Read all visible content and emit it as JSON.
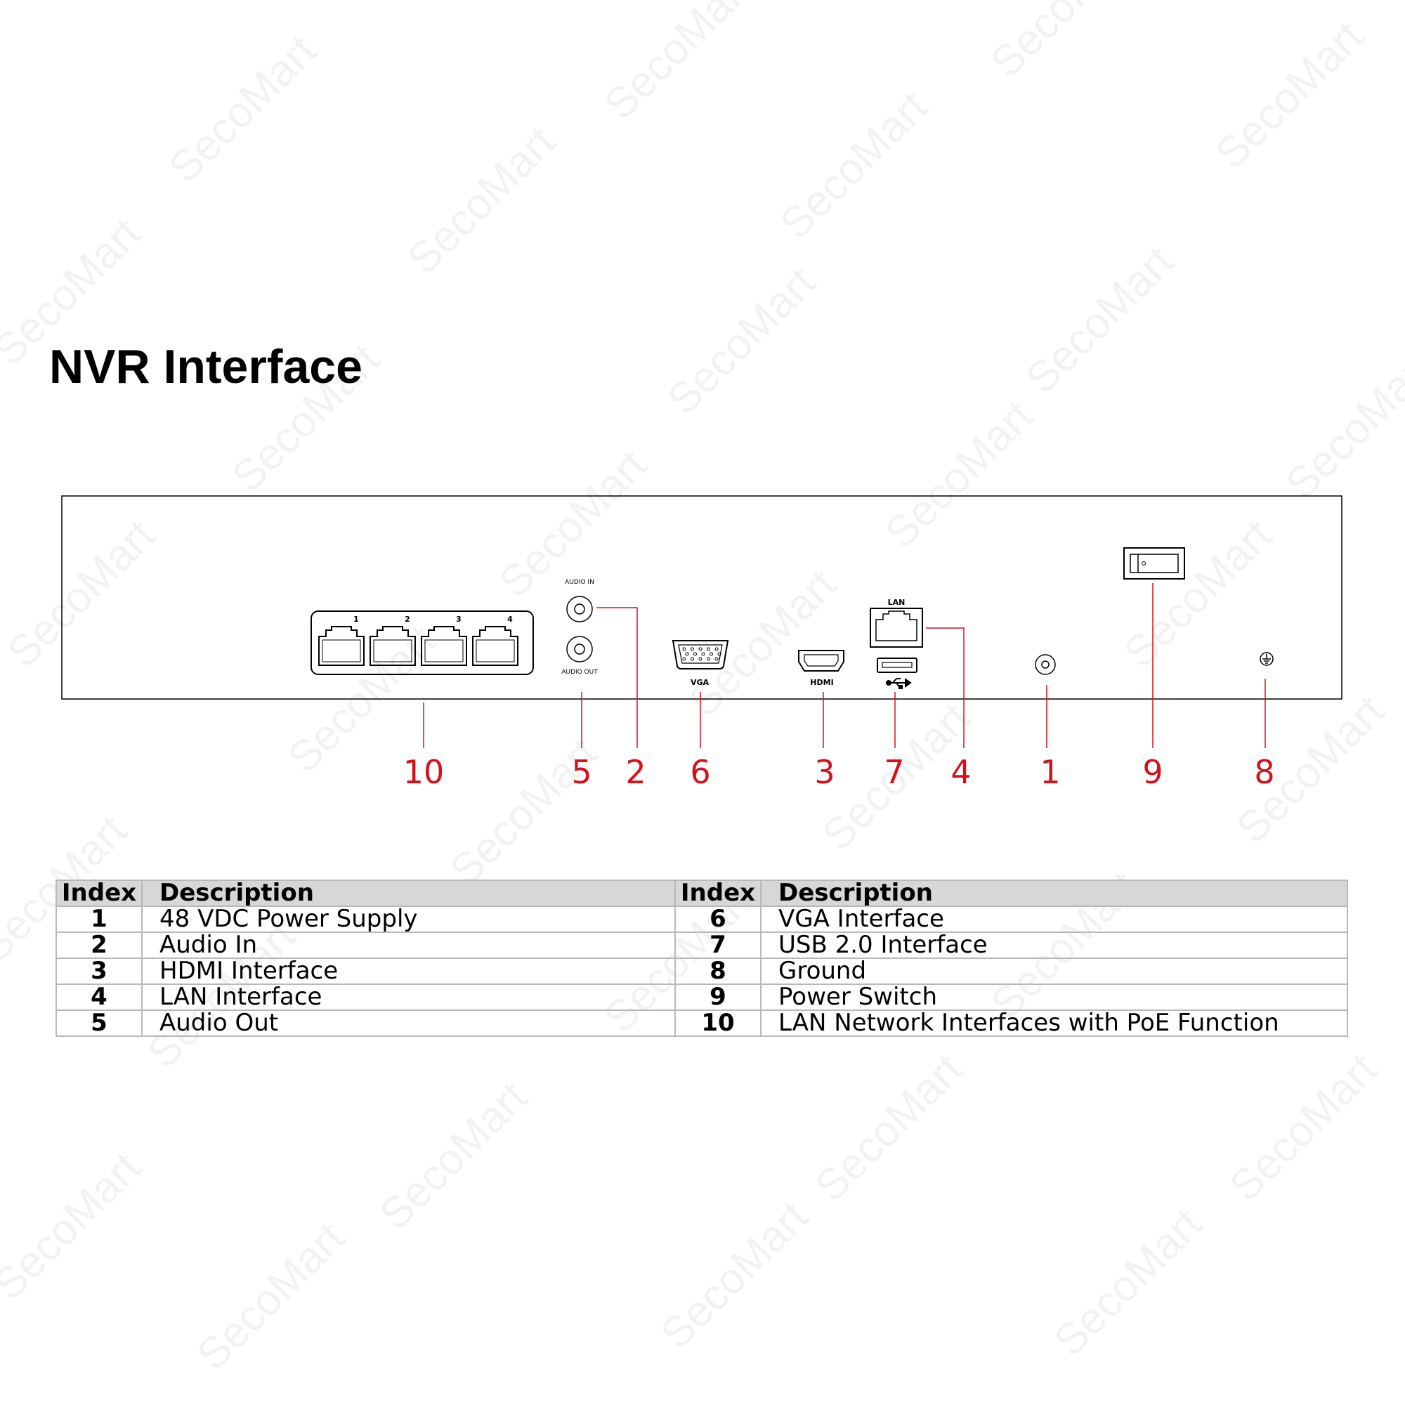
{
  "title": "NVR Interface",
  "watermark": "SecoMart",
  "colors": {
    "callout": "#d4121c",
    "header_bg": "#d7d7d7",
    "border": "#b8b8b8"
  },
  "panel": {
    "poe_port_numbers": [
      "1",
      "2",
      "3",
      "4"
    ],
    "audio_in_label": "AUDIO IN",
    "audio_out_label": "AUDIO OUT",
    "vga_label": "VGA",
    "hdmi_label": "HDMI",
    "lan_label": "LAN",
    "usb_icon": "usb-icon",
    "ground_icon": "ground-icon"
  },
  "callouts": [
    "10",
    "5",
    "2",
    "6",
    "3",
    "7",
    "4",
    "1",
    "9",
    "8"
  ],
  "table": {
    "headers": {
      "index": "Index",
      "description": "Description"
    },
    "left": [
      {
        "index": "1",
        "description": "48 VDC Power Supply"
      },
      {
        "index": "2",
        "description": "Audio In"
      },
      {
        "index": "3",
        "description": "HDMI Interface"
      },
      {
        "index": "4",
        "description": "LAN Interface"
      },
      {
        "index": "5",
        "description": "Audio Out"
      }
    ],
    "right": [
      {
        "index": "6",
        "description": "VGA Interface"
      },
      {
        "index": "7",
        "description": "USB 2.0 Interface"
      },
      {
        "index": "8",
        "description": "Ground"
      },
      {
        "index": "9",
        "description": "Power Switch"
      },
      {
        "index": "10",
        "description": "LAN Network Interfaces with PoE Function"
      }
    ]
  }
}
